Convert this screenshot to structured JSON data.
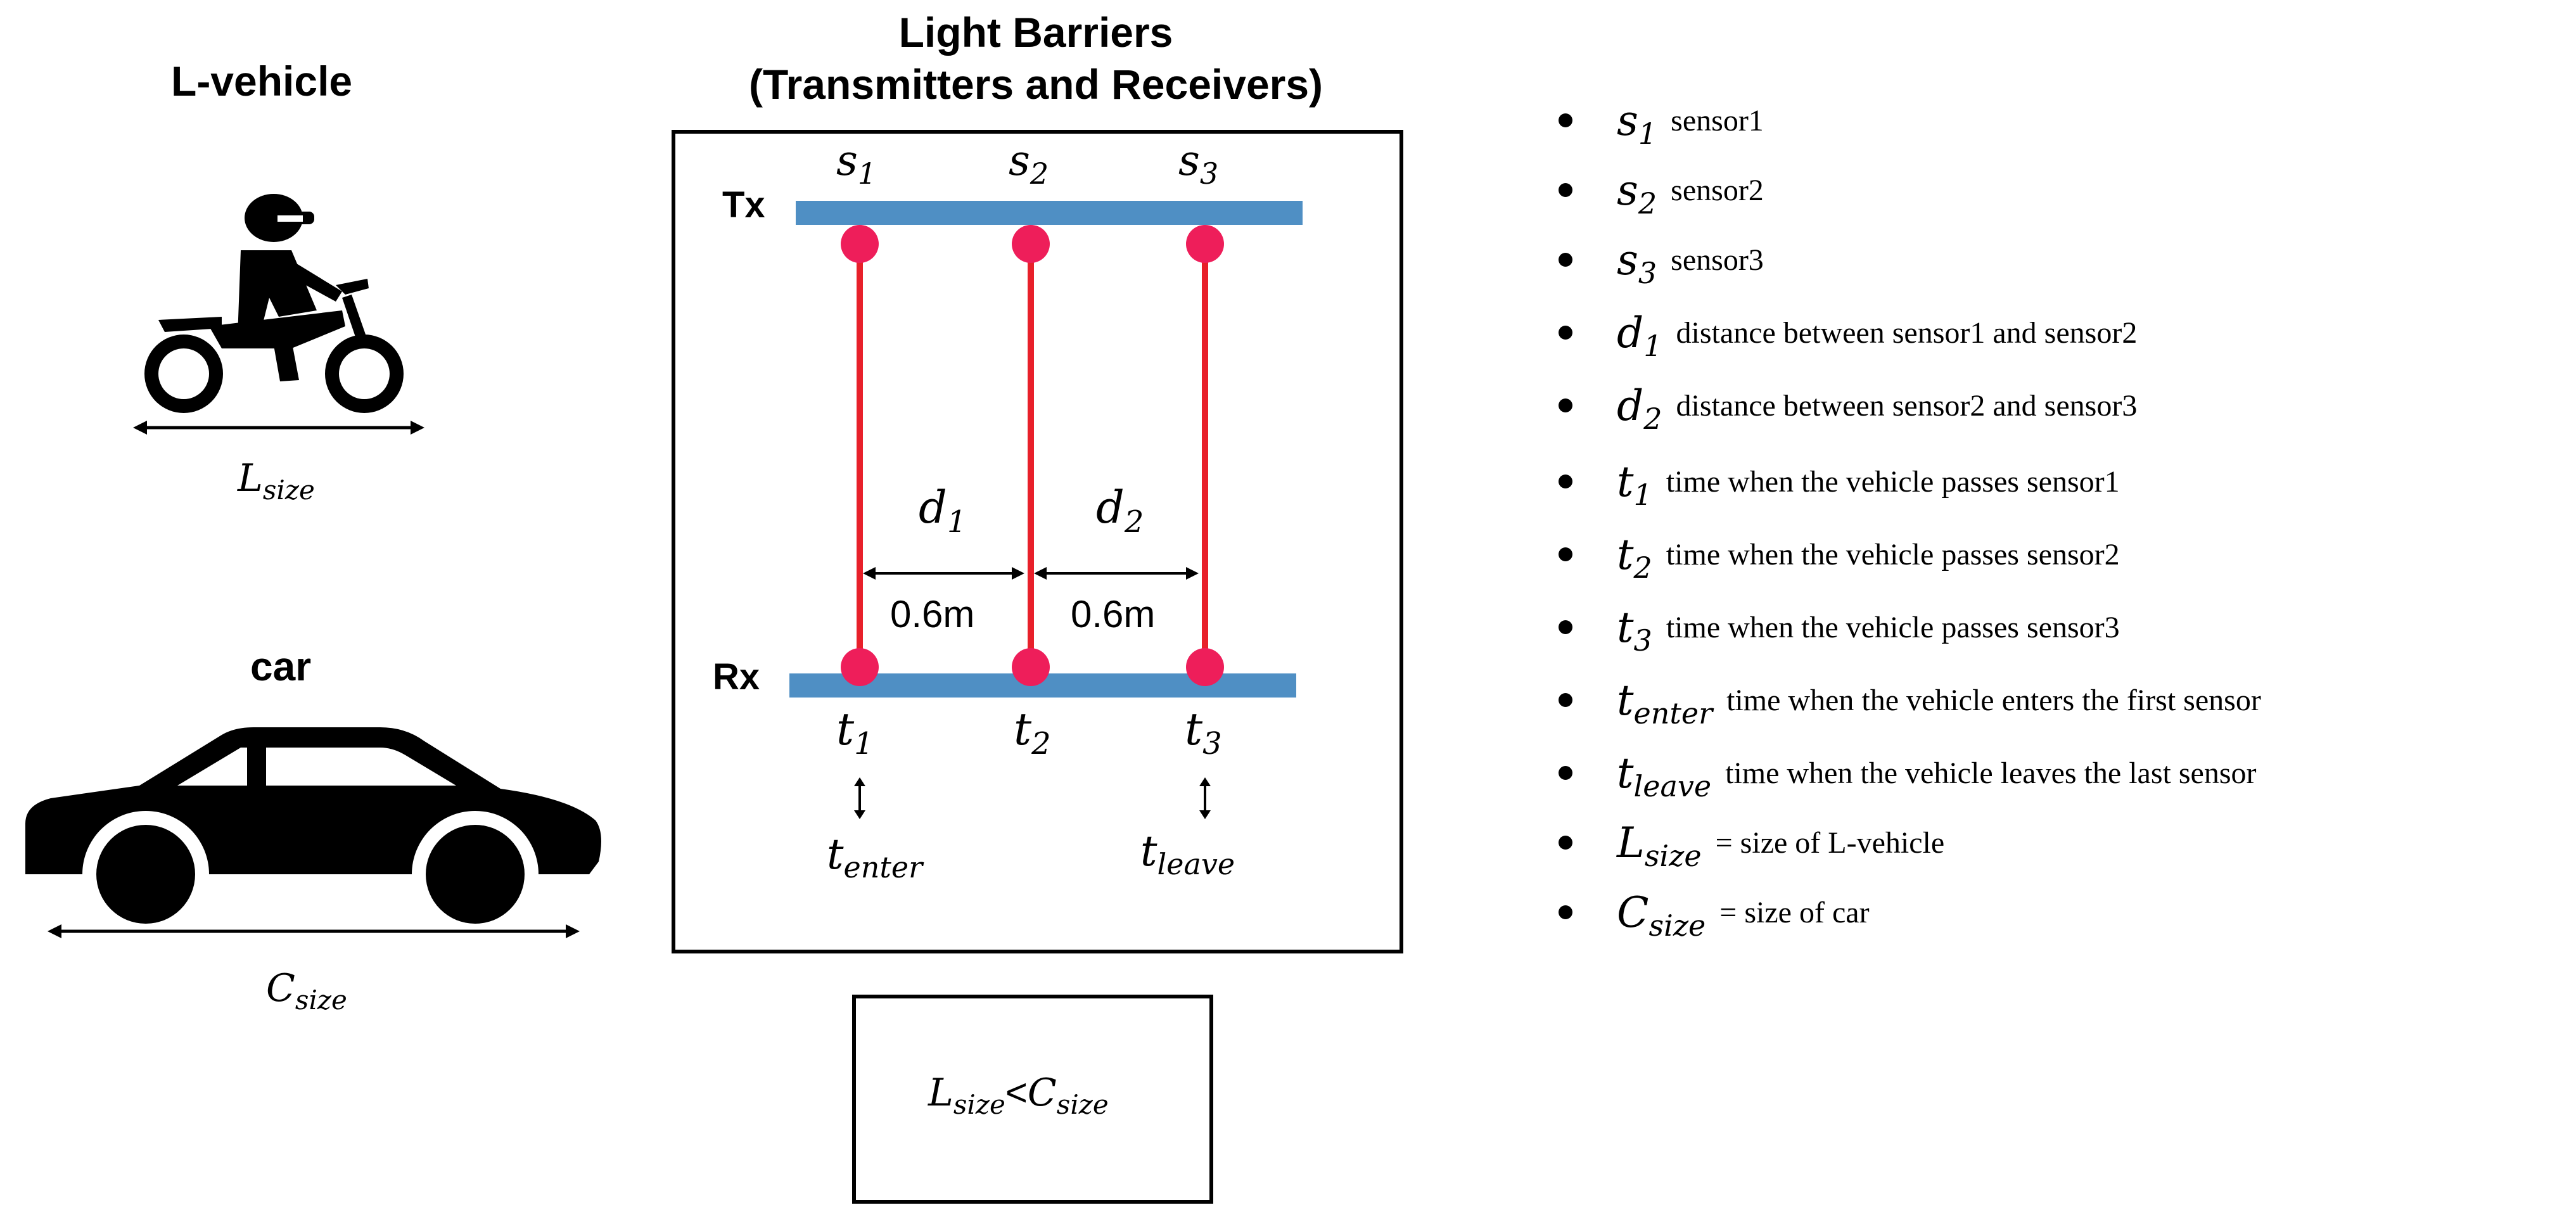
{
  "left": {
    "lvehicle_title": "L-vehicle",
    "lvehicle_icon": "motorcycle-rider-icon",
    "lsize_base": "L",
    "lsize_sub": "size",
    "car_title": "car",
    "car_icon": "car-icon",
    "csize_base": "C",
    "csize_sub": "size"
  },
  "center": {
    "title_line1": "Light Barriers",
    "title_line2": "(Transmitters and Receivers)",
    "tx_label": "Tx",
    "rx_label": "Rx",
    "sensors": [
      {
        "base": "s",
        "sub": "1"
      },
      {
        "base": "s",
        "sub": "2"
      },
      {
        "base": "s",
        "sub": "3"
      }
    ],
    "times": [
      {
        "base": "t",
        "sub": "1"
      },
      {
        "base": "t",
        "sub": "2"
      },
      {
        "base": "t",
        "sub": "3"
      }
    ],
    "distances": [
      {
        "base": "d",
        "sub": "1",
        "value": "0.6m"
      },
      {
        "base": "d",
        "sub": "2",
        "value": "0.6m"
      }
    ],
    "t_enter": {
      "base": "t",
      "sub": "enter"
    },
    "t_leave": {
      "base": "t",
      "sub": "leave"
    },
    "colors": {
      "bar": "#4f8fc4",
      "beam": "#e8202a",
      "dot": "#ee1e5a"
    }
  },
  "comparison": {
    "left_base": "L",
    "left_sub": "size",
    "operator": "<",
    "right_base": "C",
    "right_sub": "size"
  },
  "legend": [
    {
      "base": "s",
      "sub": "1",
      "desc": "sensor1"
    },
    {
      "base": "s",
      "sub": "2",
      "desc": "sensor2"
    },
    {
      "base": "s",
      "sub": "3",
      "desc": "sensor3"
    },
    {
      "base": "d",
      "sub": "1",
      "desc": "distance between sensor1 and sensor2"
    },
    {
      "base": "d",
      "sub": "2",
      "desc": "distance between sensor2 and sensor3"
    },
    {
      "base": "t",
      "sub": "1",
      "desc": "time when the vehicle passes sensor1"
    },
    {
      "base": "t",
      "sub": "2",
      "desc": "time when the vehicle passes sensor2"
    },
    {
      "base": "t",
      "sub": "3",
      "desc": "time when the vehicle passes sensor3"
    },
    {
      "base": "t",
      "sub": "enter",
      "desc": "time when the vehicle enters the first sensor"
    },
    {
      "base": "t",
      "sub": "leave",
      "desc": "time when the vehicle leaves the last sensor"
    },
    {
      "base": "L",
      "sub": "size",
      "desc": "= size of L-vehicle"
    },
    {
      "base": "C",
      "sub": "size",
      "desc": "= size of car"
    }
  ]
}
